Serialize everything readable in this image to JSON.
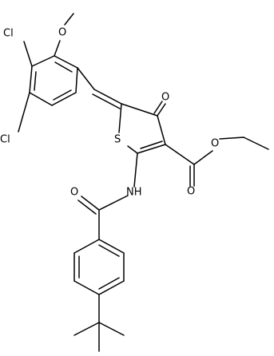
{
  "molecule": {
    "atoms": {
      "cl_top": "Cl",
      "o_methoxy": "O",
      "cl_bottom": "Cl",
      "s_ring": "S",
      "o_ketone": "O",
      "o_ester_single": "O",
      "o_ester_double": "O",
      "nh": "NH",
      "o_amide": "O"
    }
  },
  "colors": {
    "bond": "#000000",
    "text": "#000000",
    "background": "#ffffff"
  }
}
